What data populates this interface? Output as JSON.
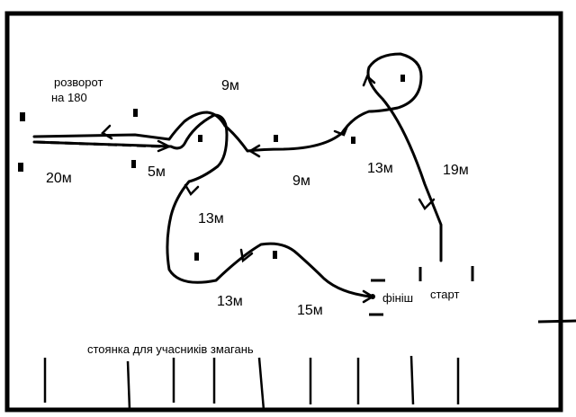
{
  "labels": {
    "turnaround_line1": "розворот",
    "turnaround_line2": "на 180",
    "finish": "фініш",
    "start": "старт",
    "parking": "стоянка для учасників змагань"
  },
  "distances": {
    "top_left": "9м",
    "left_20": "20м",
    "left_5": "5м",
    "middle_9": "9м",
    "right_13": "13м",
    "right_19": "19м",
    "mid_13": "13м",
    "bottom_13": "13м",
    "bottom_15": "15м"
  },
  "colors": {
    "ink": "#000000",
    "paper": "#ffffff"
  }
}
